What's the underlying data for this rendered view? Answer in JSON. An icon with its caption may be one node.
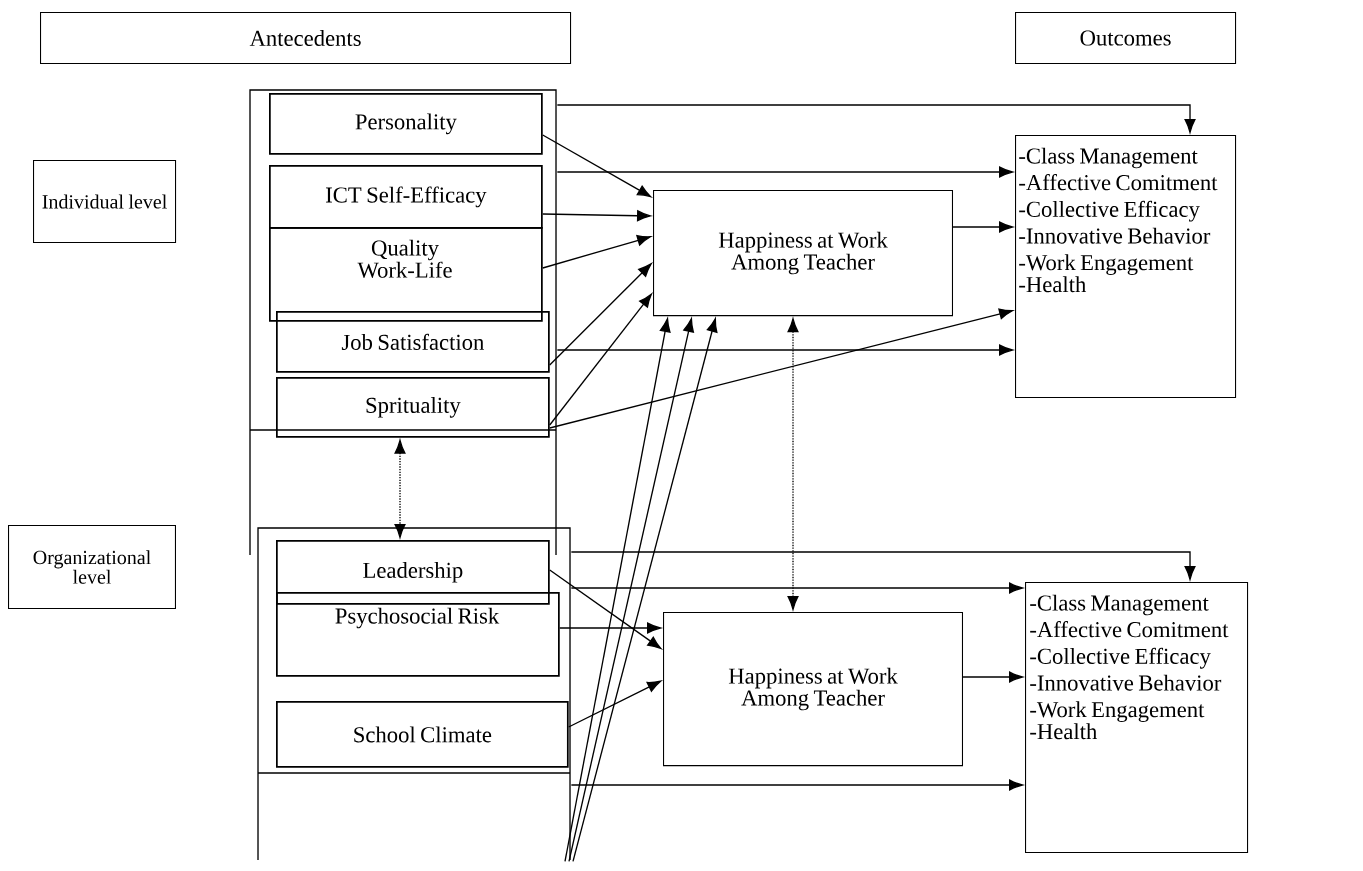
{
  "diagram": {
    "nodes": [
      {
        "text": [
          "Antecedents"
        ]
      },
      {
        "text": [
          "Outcomes"
        ]
      },
      {
        "text": [
          "Individual level"
        ]
      },
      {
        "text": [
          "Organizational level"
        ]
      },
      {
        "text": [],
        "shape": "box"
      },
      {
        "text": [
          "Personality"
        ],
        "in": 4
      },
      {
        "text": [
          "ICT Self-Efficacy"
        ],
        "in": 4
      },
      {
        "text": [
          "Quality Work-Life"
        ],
        "in": 4
      },
      {
        "text": [
          "Job Satisfaction"
        ],
        "in": 4
      },
      {
        "text": [
          "Sprituality"
        ],
        "in": 4
      },
      {
        "text": [
          "Happiness at Work Among Teacher"
        ]
      },
      {
        "text": [
          "-Class Management",
          "-Affective Comitment",
          "-Collective Efficacy",
          "-Innovative Behavior",
          "-Work Engagement",
          "-Health"
        ]
      },
      {
        "text": [],
        "shape": "box"
      },
      {
        "text": [
          "Leadership"
        ],
        "in": 12
      },
      {
        "text": [
          "Psychosocial Risk"
        ],
        "in": 12
      },
      {
        "text": [
          "School Climate"
        ],
        "in": 12
      },
      {
        "text": [
          "Happiness at Work Among Teacher"
        ]
      },
      {
        "text": [
          "-Class Management",
          "-Affective Comitment",
          "-Collective Efficacy",
          "-Innovative Behavior",
          "-Work Engagement",
          "-Health"
        ]
      }
    ],
    "edges": [
      {
        "from": 4,
        "to": 11,
        "arrow": "to"
      },
      {
        "from": 5,
        "to": 10,
        "arrow": "to"
      },
      {
        "from": 4,
        "to": 11,
        "arrow": "to"
      },
      {
        "from": 6,
        "to": 10,
        "arrow": "to"
      },
      {
        "from": 7,
        "to": 10,
        "arrow": "to"
      },
      {
        "from": 4,
        "to": 11,
        "arrow": "to"
      },
      {
        "from": 8,
        "to": 10,
        "arrow": "to"
      },
      {
        "from": 9,
        "to": 10,
        "arrow": "to"
      },
      {
        "from": 9,
        "to": 11,
        "arrow": "to"
      },
      {
        "from": 10,
        "to": 11,
        "arrow": "to"
      },
      {
        "from": 12,
        "to": 10,
        "arrow": "to"
      },
      {
        "from": 12,
        "to": 10,
        "arrow": "to"
      },
      {
        "from": 12,
        "to": 10,
        "arrow": "to"
      },
      {
        "from": 9,
        "to": 13,
        "arrow": "both",
        "style": "dashed"
      },
      {
        "from": 10,
        "to": 16,
        "arrow": "both",
        "style": "dashed"
      },
      {
        "from": 12,
        "to": 17,
        "arrow": "to"
      },
      {
        "from": 13,
        "to": 16,
        "arrow": "to"
      },
      {
        "from": 12,
        "to": 17,
        "arrow": "to"
      },
      {
        "from": 14,
        "to": 16,
        "arrow": "to"
      },
      {
        "from": 15,
        "to": 16,
        "arrow": "to"
      },
      {
        "from": 12,
        "to": 17,
        "arrow": "to"
      },
      {
        "from": 16,
        "to": 17,
        "arrow": "to"
      }
    ]
  }
}
